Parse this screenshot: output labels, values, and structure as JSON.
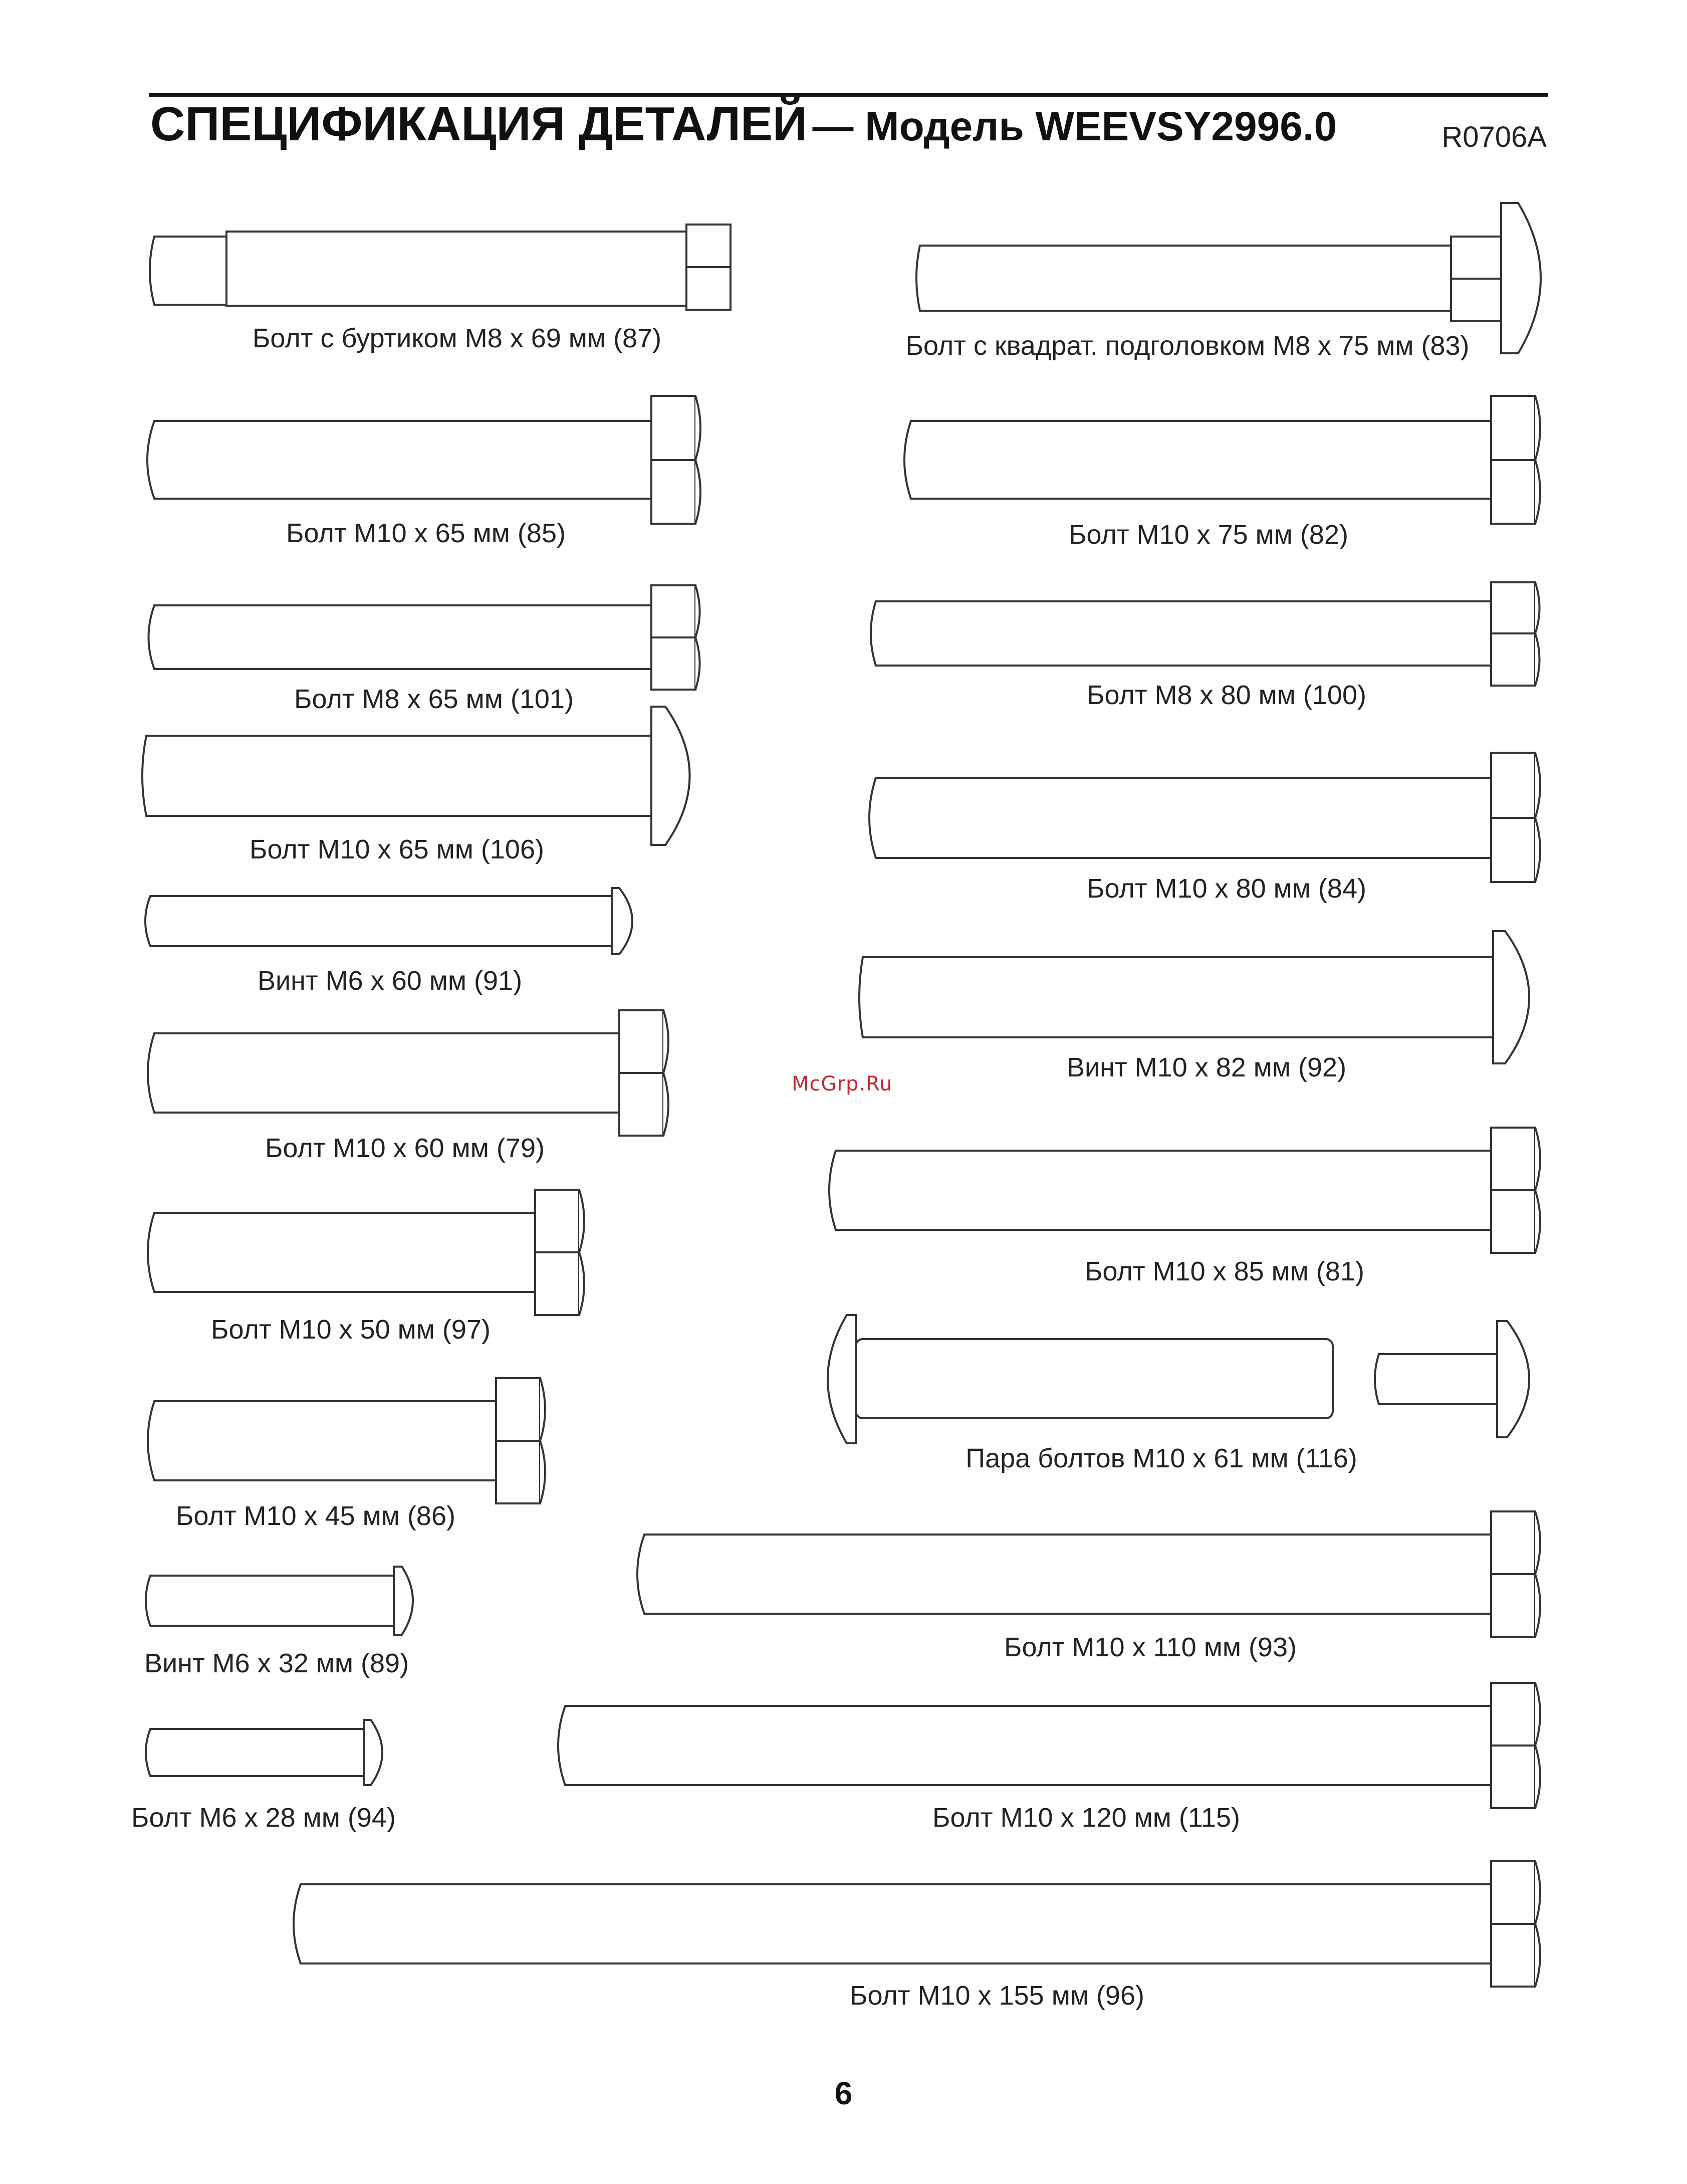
{
  "header": {
    "title": "СПЕЦИФИКАЦИЯ ДЕТАЛЕЙ",
    "model": "— Модель WEEVSY2996.0",
    "doc_code": "R0706A"
  },
  "parts": [
    {
      "label": "Болт с буртиком M8 x 69 мм (87)"
    },
    {
      "label": "Болт с квадрат. подголовком M8 x 75 мм (83)"
    },
    {
      "label": "Болт M10 x 65 мм (85)"
    },
    {
      "label": "Болт M10 x 75 мм (82)"
    },
    {
      "label": "Болт M8 x 65 мм (101)"
    },
    {
      "label": "Болт M8 x 80 мм (100)"
    },
    {
      "label": "Болт M10 x 65 мм (106)"
    },
    {
      "label": "Болт M10 x 80 мм (84)"
    },
    {
      "label": "Винт M6 x 60 мм (91)"
    },
    {
      "label": "Винт M10 x 82 мм (92)"
    },
    {
      "label": "Болт M10 x 60 мм (79)"
    },
    {
      "label": "Болт M10 x 85 мм (81)"
    },
    {
      "label": "Болт M10 x 50 мм (97)"
    },
    {
      "label": "Пара болтов M10 x 61 мм (116)"
    },
    {
      "label": "Болт M10 x 45 мм (86)"
    },
    {
      "label": "Болт M10 x 110 мм (93)"
    },
    {
      "label": "Винт M6 x 32 мм (89)"
    },
    {
      "label": "Болт M10 x 120 мм (115)"
    },
    {
      "label": "Болт M6 x 28 мм (94)"
    },
    {
      "label": "Болт M10 x 155 мм (96)"
    }
  ],
  "watermark": "McGrp.Ru",
  "footer": {
    "page_number": "6"
  }
}
